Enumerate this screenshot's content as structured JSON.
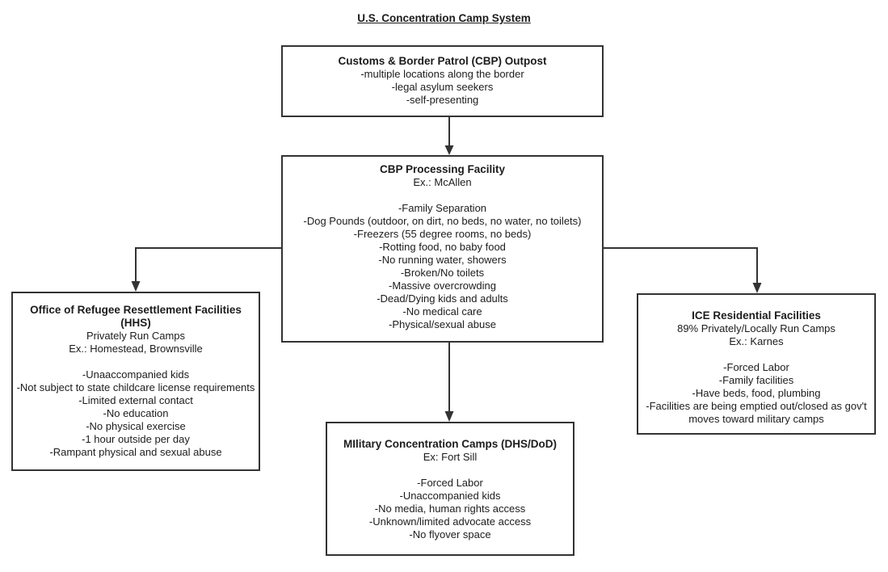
{
  "page_title": "U.S. Concentration Camp System",
  "colors": {
    "stroke": "#333333",
    "text": "#1c1c1c",
    "background": "#ffffff"
  },
  "diagram": {
    "nodes": [
      {
        "id": "cbp-outpost",
        "title": "Customs & Border Patrol (CBP) Outpost",
        "lines": [
          "-multiple locations along the border",
          "-legal asylum seekers",
          "-self-presenting"
        ]
      },
      {
        "id": "cbp-processing",
        "title": "CBP Processing Facility",
        "lines": [
          "Ex.: McAllen",
          "",
          "-Family Separation",
          "-Dog Pounds (outdoor, on dirt, no beds, no water, no toilets)",
          "-Freezers (55 degree rooms, no beds)",
          "-Rotting food, no baby food",
          "-No running water, showers",
          "-Broken/No toilets",
          "-Massive overcrowding",
          "-Dead/Dying kids and adults",
          "-No medical care",
          "-Physical/sexual abuse"
        ]
      },
      {
        "id": "orr-facilities",
        "title": "Office of Refugee Resettlement Facilities (HHS)",
        "lines": [
          "Privately Run Camps",
          "Ex.: Homestead, Brownsville",
          "",
          "-Unaaccompanied kids",
          "-Not subject to state childcare license requirements",
          "-Limited external contact",
          "-No education",
          "-No physical exercise",
          "-1 hour outside per day",
          "-Rampant physical and sexual abuse"
        ]
      },
      {
        "id": "ice-residential",
        "title": "ICE Residential Facilities",
        "lines": [
          "89% Privately/Locally Run Camps",
          "Ex.: Karnes",
          "",
          "-Forced Labor",
          "-Family facilities",
          "-Have beds, food, plumbing",
          "-Facilities are being emptied out/closed as gov't moves toward military camps"
        ]
      },
      {
        "id": "military-camps",
        "title": "MIlitary Concentration Camps (DHS/DoD)",
        "lines": [
          "Ex: Fort Sill",
          "",
          "-Forced Labor",
          "-Unaccompanied kids",
          "-No media, human rights access",
          "-Unknown/limited advocate access",
          "-No flyover space"
        ]
      }
    ],
    "connectors": [
      {
        "from": "cbp-outpost",
        "to": "cbp-processing"
      },
      {
        "from": "cbp-processing",
        "to": "orr-facilities"
      },
      {
        "from": "cbp-processing",
        "to": "ice-residential"
      },
      {
        "from": "cbp-processing",
        "to": "military-camps"
      }
    ]
  }
}
